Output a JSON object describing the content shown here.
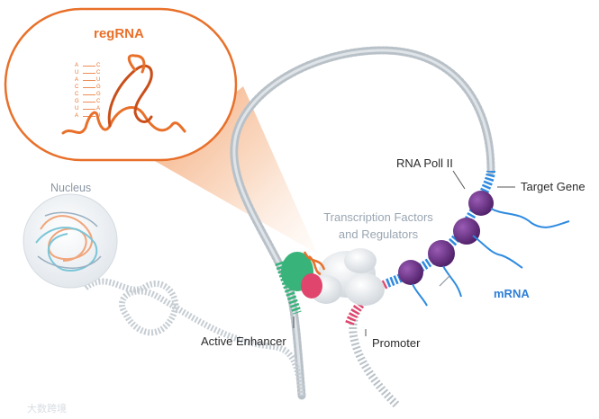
{
  "title": "regRNA",
  "labels": {
    "nucleus": "Nucleus",
    "transcription": [
      "Transcription Factors",
      "and Regulators"
    ],
    "rna_pol": "RNA Poll II",
    "target_gene": "Target Gene",
    "mrna": "mRNA",
    "active_enhancer": "Active Enhancer",
    "promoter": "Promoter"
  },
  "stem_letters": {
    "left": [
      "A",
      "U",
      "A",
      "C",
      "C",
      "G",
      "U",
      "A"
    ],
    "right": [
      "C",
      "C",
      "U",
      "G",
      "G",
      "C",
      "A",
      "U"
    ]
  },
  "watermark": "大数跨境",
  "colors": {
    "orange": "#e8702a",
    "dna_grey": "#b9c1c8",
    "enhancer_green": "#38b37a",
    "promoter_pink": "#e0456d",
    "gene_blue": "#2f8be0",
    "pol_purple": "#6b2f86",
    "factor_grey": "#dfe3e7"
  },
  "icons": [
    "nucleus-sphere-icon",
    "regrna-hairpin-icon",
    "transcription-complex-icon",
    "rna-polymerase-icon"
  ]
}
